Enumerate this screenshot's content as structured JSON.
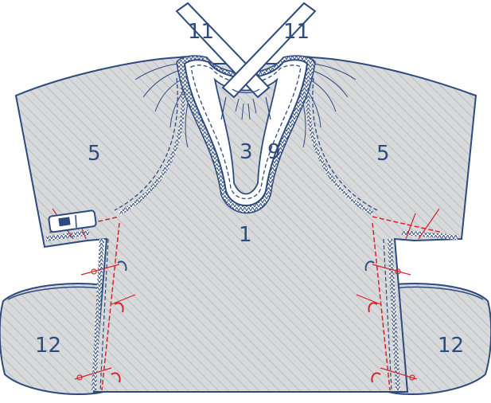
{
  "diagram": {
    "labels": {
      "sleeve_left": "5",
      "sleeve_right": "5",
      "front_body": "1",
      "placket_facing": "3",
      "neck_insert": "9",
      "tie_left": "11",
      "tie_right": "11",
      "pocket_left": "12",
      "pocket_right": "12"
    },
    "colors": {
      "outline": "#2d4a7e",
      "fabric_fill": "#d7d9db",
      "hatch": "#b3b6ba",
      "marking": "#d0252c"
    }
  }
}
